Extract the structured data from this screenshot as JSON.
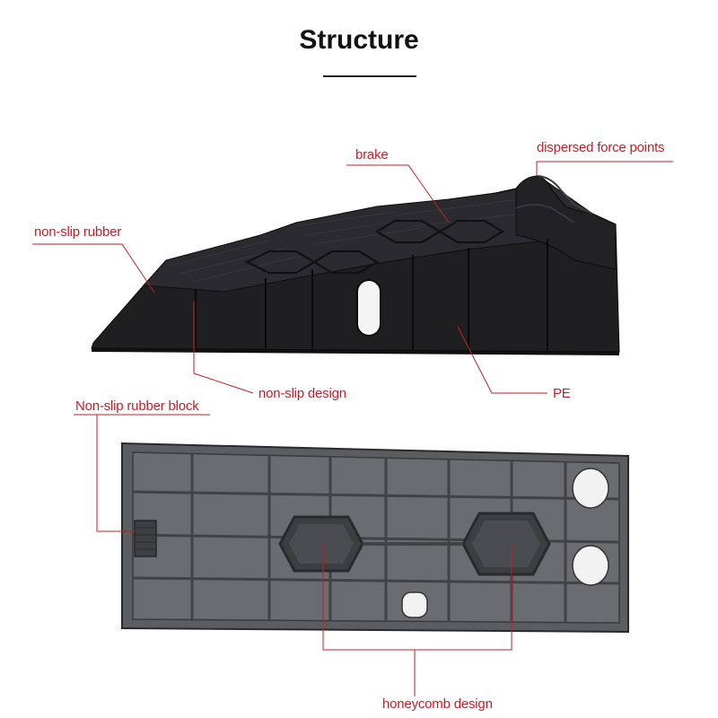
{
  "title": "Structure",
  "labels": {
    "brake": "brake",
    "dispersed_force_points": "dispersed force points",
    "non_slip_rubber": "non-slip rubber",
    "non_slip_design": "non-slip design",
    "pe": "PE",
    "non_slip_rubber_block": "Non-slip rubber block",
    "honeycomb_design": "honeycomb design"
  },
  "colors": {
    "annotation": "#c0202a",
    "ramp_dark": "#1c1c1e",
    "ramp_mid": "#2b2b2e",
    "underside": "#55575a"
  }
}
